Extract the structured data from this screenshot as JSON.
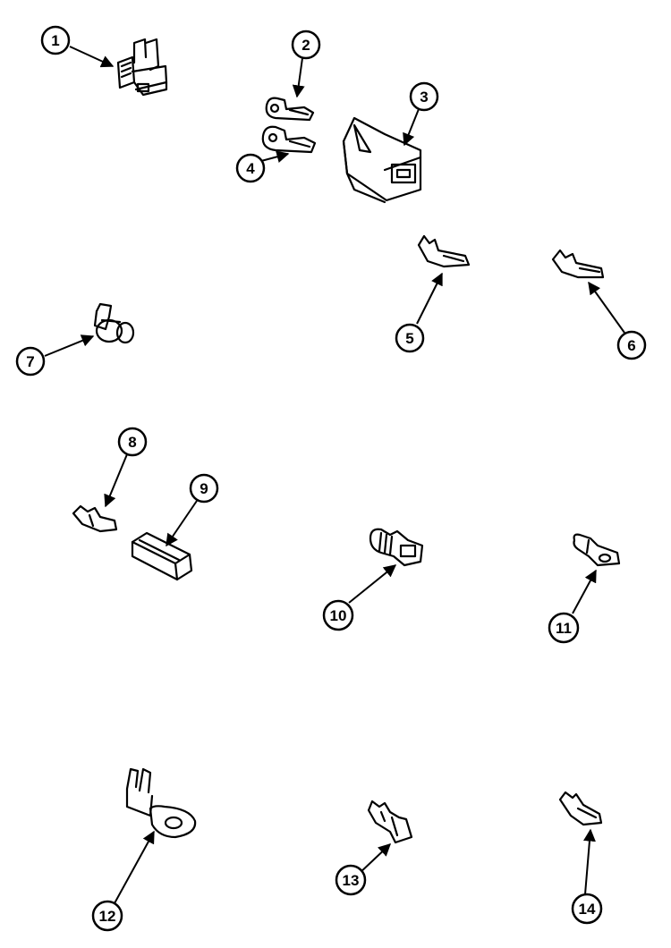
{
  "diagram": {
    "background_color": "#ffffff",
    "ink_color": "#000000",
    "parts": [
      {
        "id": "p1",
        "number": "1",
        "icon": "terminal-block-icon"
      },
      {
        "id": "p2",
        "number": "2",
        "icon": "connector-clip-icon"
      },
      {
        "id": "p3",
        "number": "3",
        "icon": "connector-housing-icon"
      },
      {
        "id": "p4",
        "number": "4",
        "icon": "connector-clip-icon"
      },
      {
        "id": "p5",
        "number": "5",
        "icon": "spade-terminal-icon"
      },
      {
        "id": "p6",
        "number": "6",
        "icon": "spade-terminal-icon"
      },
      {
        "id": "p7",
        "number": "7",
        "icon": "wire-nut-icon"
      },
      {
        "id": "p8",
        "number": "8",
        "icon": "small-terminal-icon"
      },
      {
        "id": "p9",
        "number": "9",
        "icon": "insulator-sleeve-icon"
      },
      {
        "id": "p10",
        "number": "10",
        "icon": "insulated-terminal-icon"
      },
      {
        "id": "p11",
        "number": "11",
        "icon": "quick-connect-icon"
      },
      {
        "id": "p12",
        "number": "12",
        "icon": "ring-terminal-icon"
      },
      {
        "id": "p13",
        "number": "13",
        "icon": "crimp-terminal-icon"
      },
      {
        "id": "p14",
        "number": "14",
        "icon": "crimp-terminal-icon"
      }
    ]
  }
}
